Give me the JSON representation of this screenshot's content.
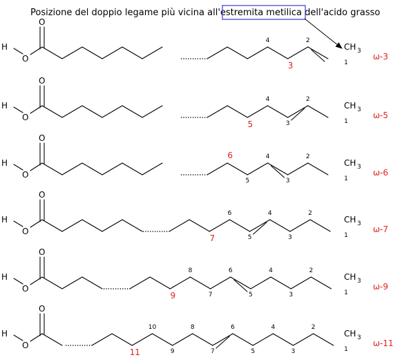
{
  "caption": {
    "before": "Posizione del doppio legame più vicina all'",
    "highlight": "estremita metilica",
    "after": " dell'acido grasso",
    "highlight_color": "#3a3acc"
  },
  "atoms": {
    "carbonyl_o": "O",
    "hydroxyl_o": "O",
    "hydrogen": "H",
    "methyl": "CH",
    "methyl_sub": "3"
  },
  "colors": {
    "red": "#e02020"
  },
  "molecules": [
    {
      "label": "ω-3",
      "db_label": "3",
      "numbers": [
        "1",
        "2",
        "4"
      ]
    },
    {
      "label": "ω-5",
      "db_label": "5",
      "numbers": [
        "1",
        "2",
        "3",
        "4"
      ]
    },
    {
      "label": "ω-6",
      "db_label": "6",
      "numbers": [
        "1",
        "2",
        "3",
        "4",
        "5"
      ]
    },
    {
      "label": "ω-7",
      "db_label": "7",
      "numbers": [
        "1",
        "2",
        "3",
        "4",
        "5",
        "6"
      ]
    },
    {
      "label": "ω-9",
      "db_label": "9",
      "numbers": [
        "1",
        "2",
        "3",
        "4",
        "5",
        "6",
        "7",
        "8"
      ]
    },
    {
      "label": "ω-11",
      "db_label": "11",
      "numbers": [
        "1",
        "2",
        "3",
        "4",
        "5",
        "6",
        "7",
        "8",
        "9",
        "10"
      ]
    }
  ]
}
